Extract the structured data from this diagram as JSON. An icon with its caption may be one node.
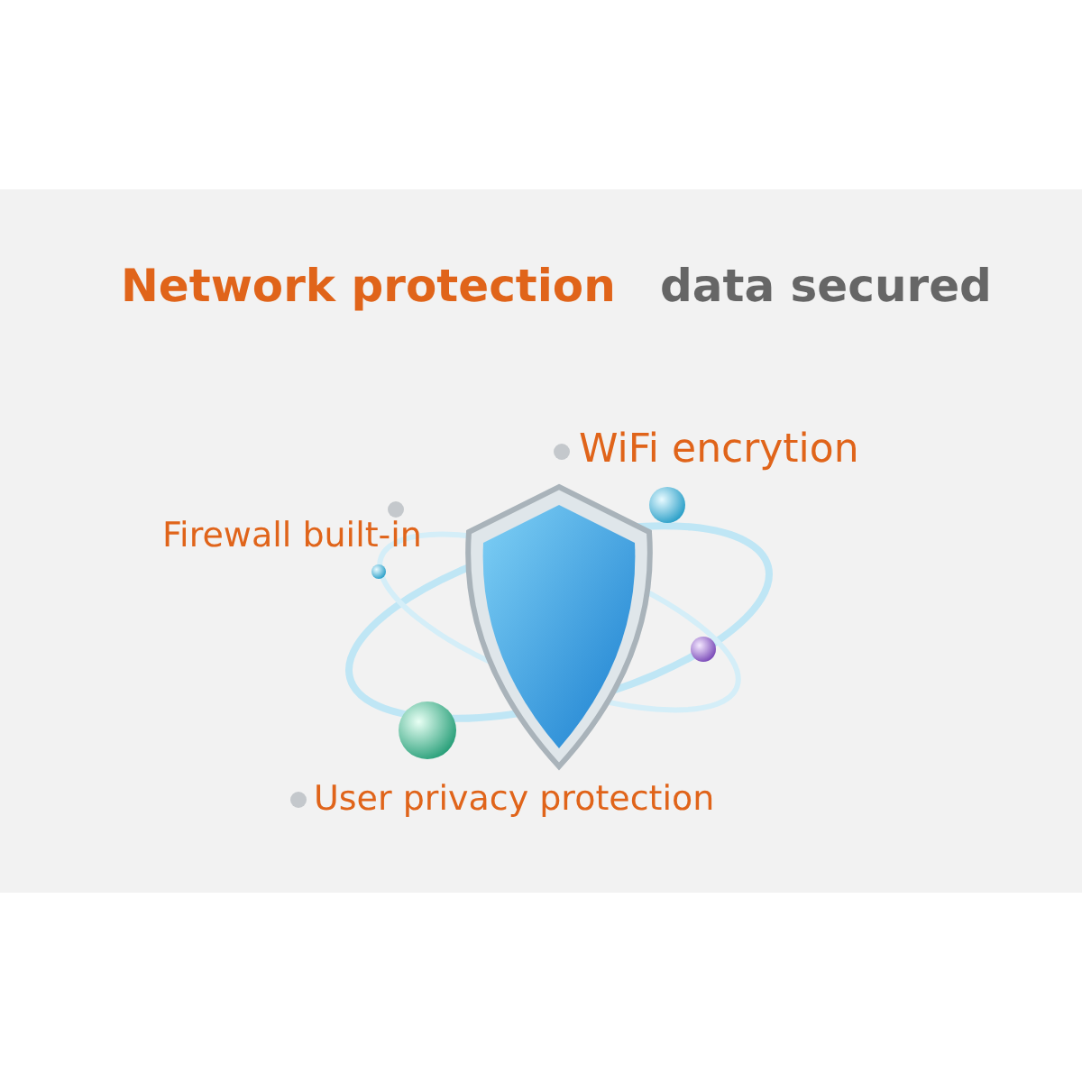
{
  "diagram": {
    "title": "Network protection",
    "labels": [
      "data secured",
      "WiFi encrytion",
      "Firewall built-in",
      "User privacy protection"
    ]
  }
}
